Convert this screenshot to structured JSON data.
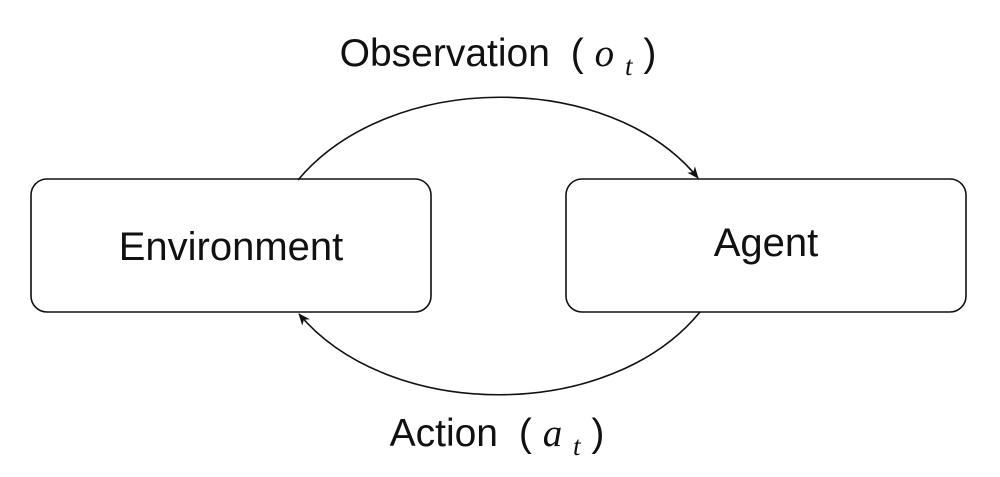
{
  "nodes": {
    "environment": {
      "label": "Environment"
    },
    "agent": {
      "label": "Agent"
    }
  },
  "edges": {
    "observation": {
      "label": "Observation",
      "open_paren": "(",
      "symbol": "o",
      "subscript": "t",
      "close_paren": ")"
    },
    "action": {
      "label": "Action",
      "open_paren": "(",
      "symbol": "a",
      "subscript": "t",
      "close_paren": ")"
    }
  },
  "colors": {
    "stroke": "#111111",
    "background": "#ffffff"
  }
}
